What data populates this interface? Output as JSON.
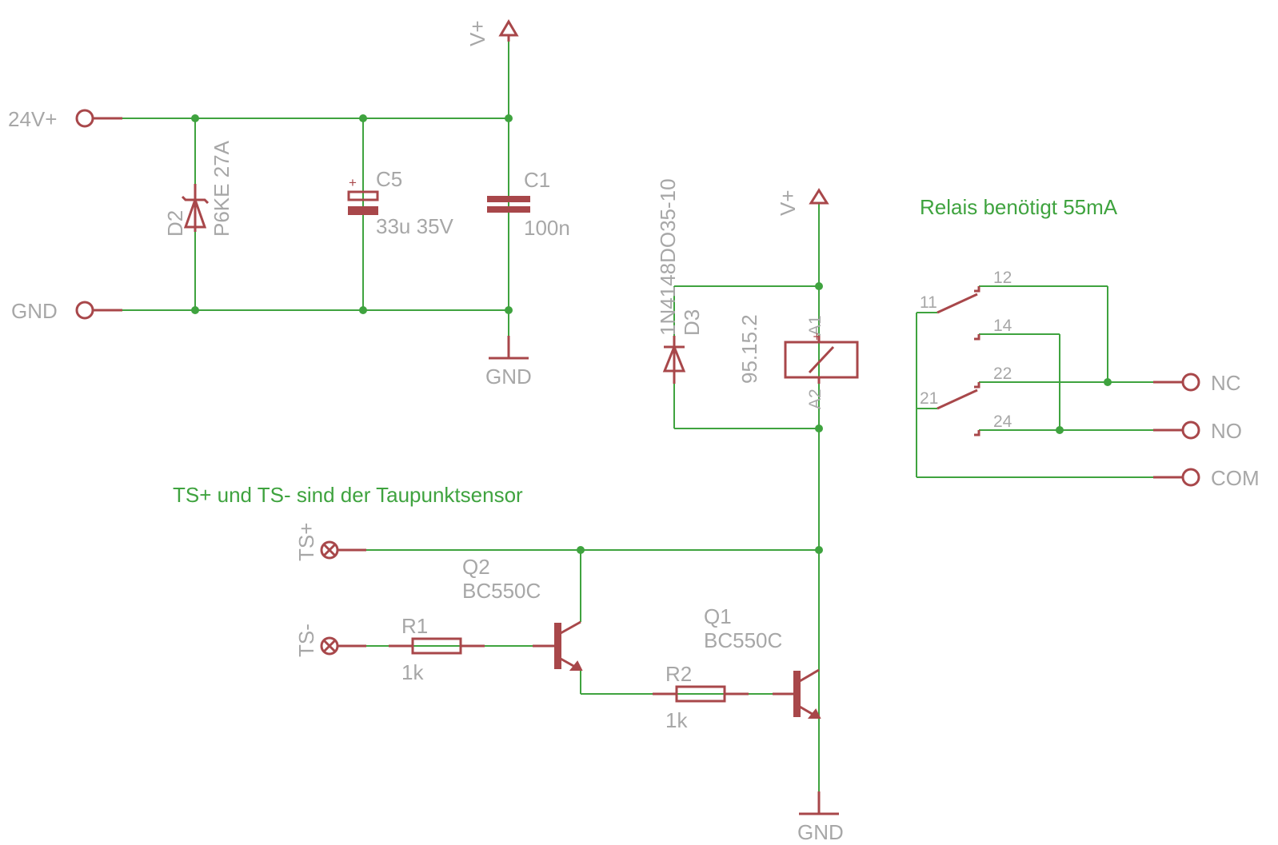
{
  "colors": {
    "wire": "#3fa33f",
    "symbol": "#a8474a",
    "label": "#a7a7a7",
    "note": "#3fa33f"
  },
  "connectors": {
    "v24": "24V+",
    "gnd": "GND",
    "ts_plus": "TS+",
    "ts_minus": "TS-",
    "nc": "NC",
    "no": "NO",
    "com": "COM"
  },
  "supplies": {
    "vplus_top": "V+",
    "vplus_relay": "V+",
    "gnd_top": "GND",
    "gnd_bottom": "GND"
  },
  "components": {
    "d2": {
      "name": "D2",
      "value": "P6KE 27A",
      "icon": "tvs-diode-icon"
    },
    "c5": {
      "name": "C5",
      "value": "33u 35V",
      "polarity": "+",
      "icon": "electrolytic-capacitor-icon"
    },
    "c1": {
      "name": "C1",
      "value": "100n",
      "icon": "capacitor-icon"
    },
    "d3": {
      "name": "D3",
      "value": "1N4148DO35-10",
      "icon": "diode-icon"
    },
    "k1": {
      "value": "95.15.2",
      "pin_a1": "A1",
      "pin_a2": "A2",
      "polarity": "+",
      "icon": "relay-coil-icon"
    },
    "q2": {
      "name": "Q2",
      "value": "BC550C",
      "icon": "npn-transistor-icon"
    },
    "q1": {
      "name": "Q1",
      "value": "BC550C",
      "icon": "npn-transistor-icon"
    },
    "r1": {
      "name": "R1",
      "value": "1k",
      "icon": "resistor-icon"
    },
    "r2": {
      "name": "R2",
      "value": "1k",
      "icon": "resistor-icon"
    }
  },
  "relay_contacts": {
    "p11": "11",
    "p12": "12",
    "p14": "14",
    "p21": "21",
    "p22": "22",
    "p24": "24"
  },
  "notes": {
    "relay": "Relais benötigt 55mA",
    "sensor": "TS+ und TS- sind der Taupunktsensor"
  }
}
